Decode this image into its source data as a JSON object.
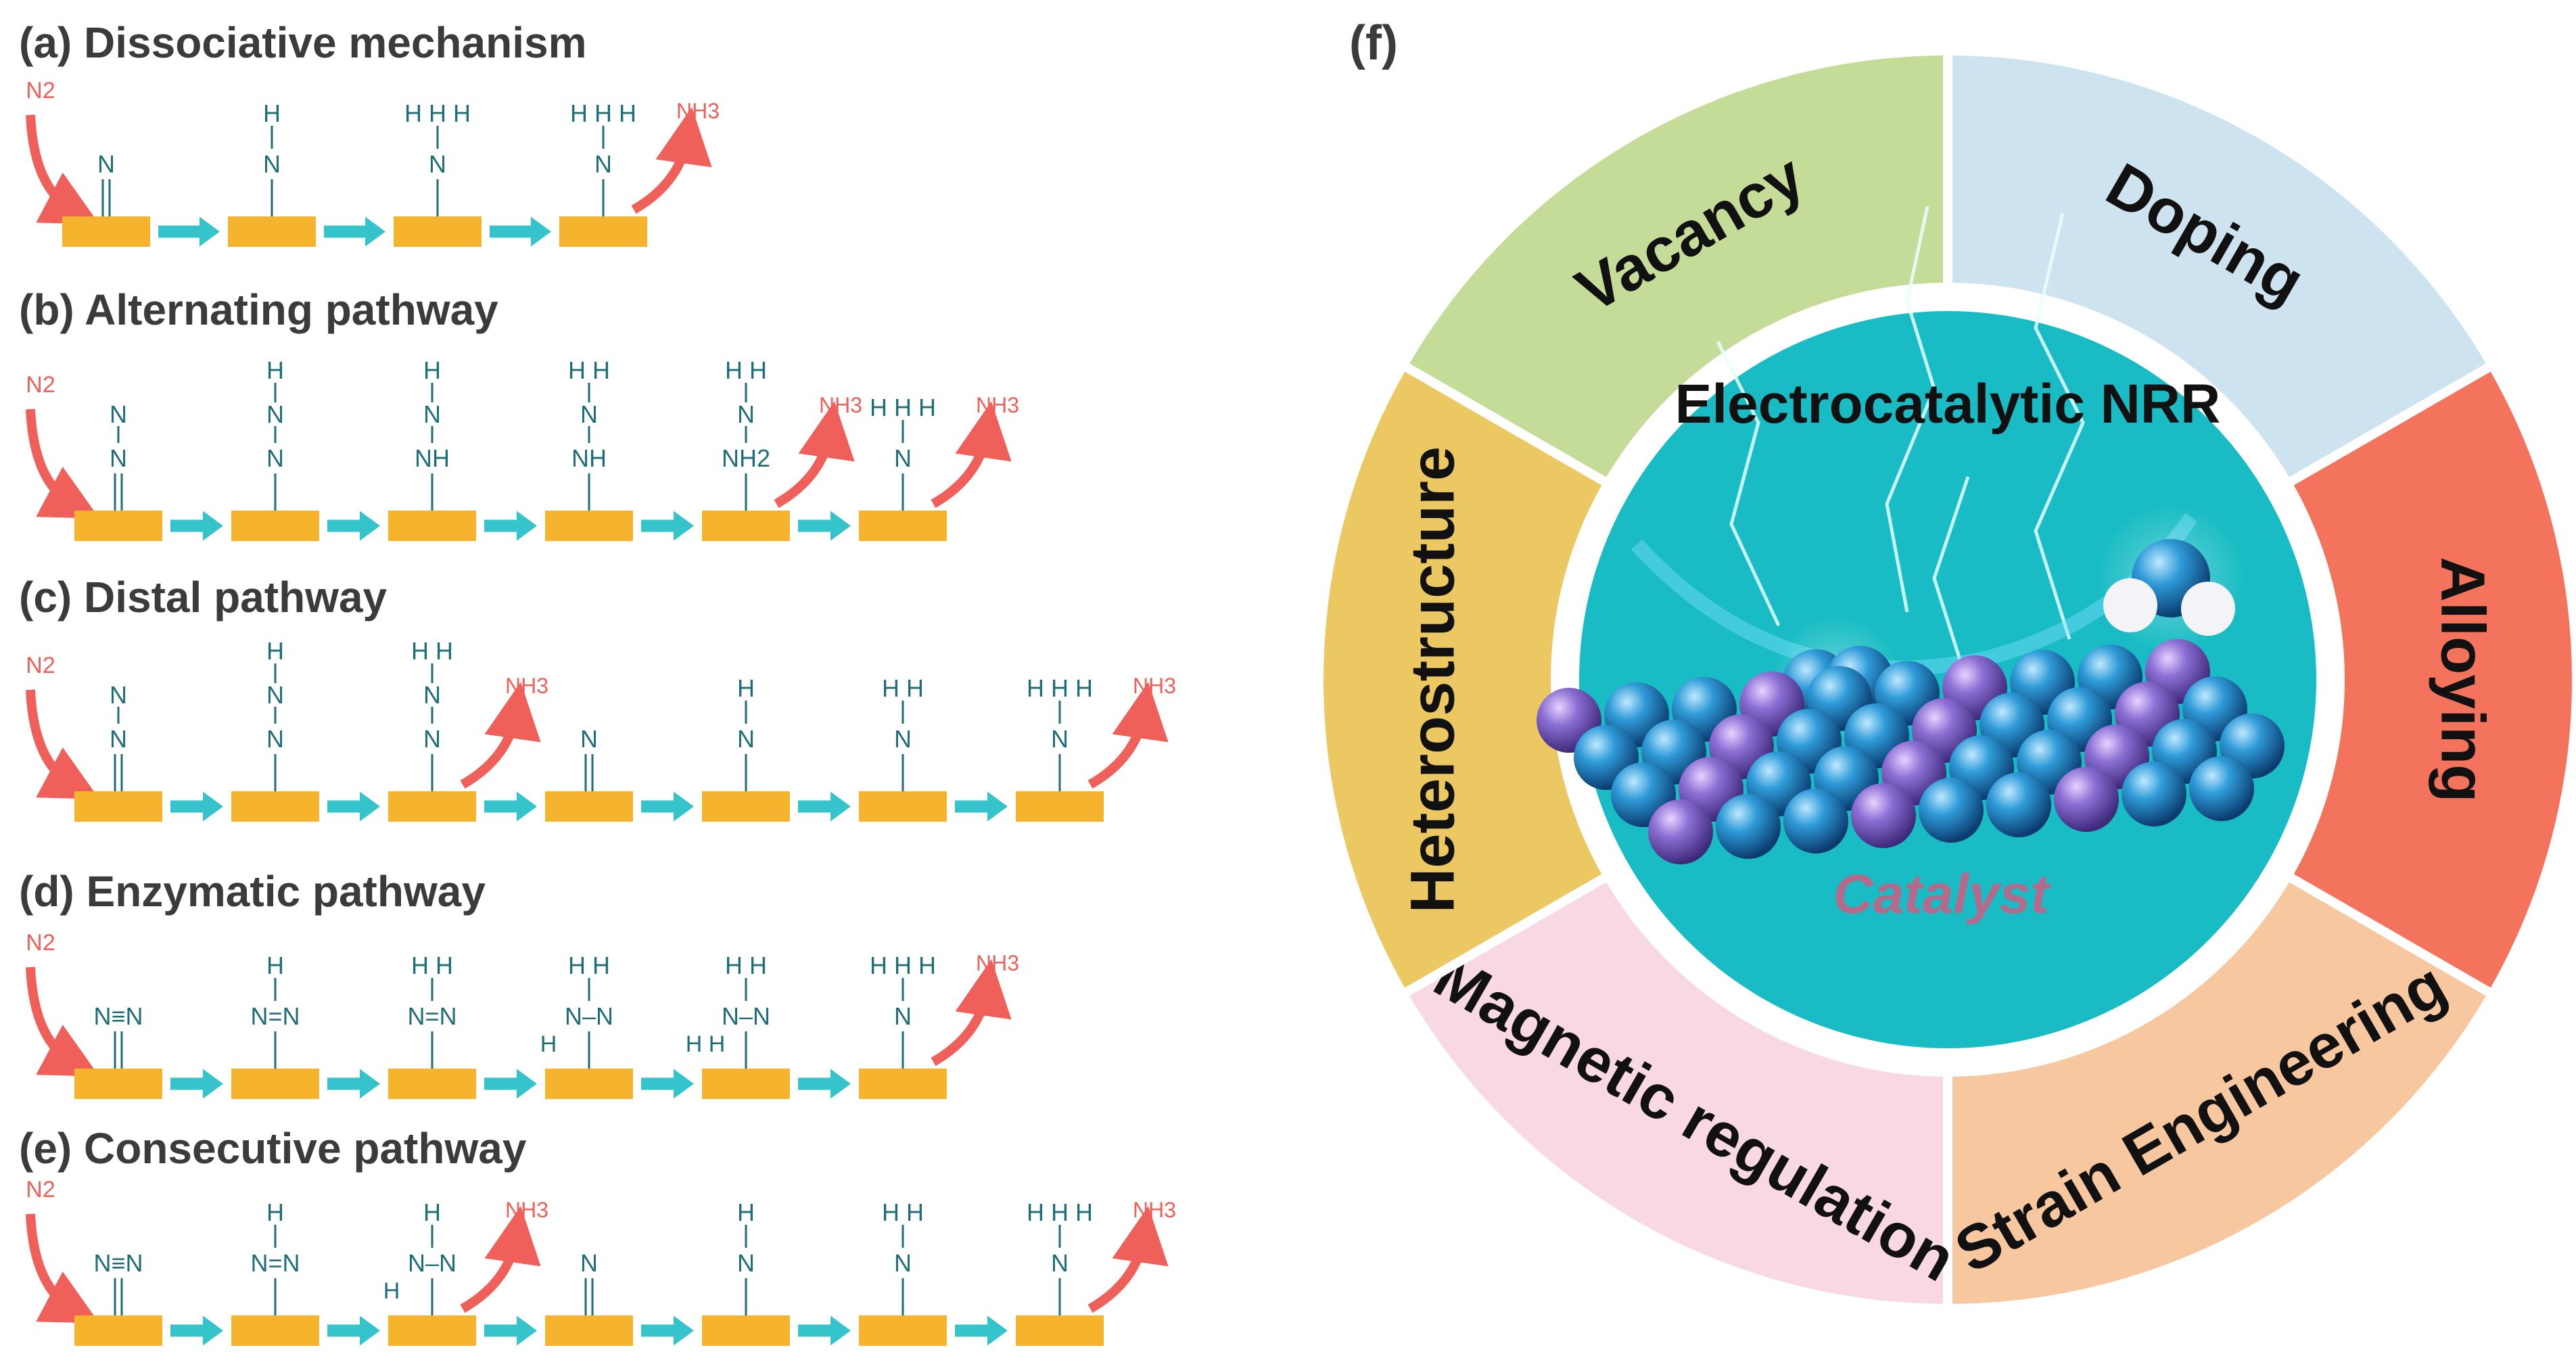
{
  "panels": [
    {
      "label": "(a) Dissociative mechanism",
      "states": [
        {
          "l1": "",
          "l2": "",
          "l3": "N",
          "triple": true
        },
        {
          "l1": "H",
          "l2": "",
          "l3": "N",
          "triple": false
        },
        {
          "l1": "H H H",
          "l2": "",
          "l3": "N",
          "triple": false
        },
        {
          "l1": "H H H",
          "l2": "",
          "l3": "N",
          "triple": false,
          "nh3": true
        }
      ]
    },
    {
      "label": "(b) Alternating pathway",
      "states": [
        {
          "l1": "",
          "l2": "N",
          "l3": "N",
          "triple": true
        },
        {
          "l1": "H",
          "l2": "N",
          "l3": "N",
          "triple": false
        },
        {
          "l1": "H",
          "l2": "N",
          "l3": "NH",
          "triple": false
        },
        {
          "l1": "H H",
          "l2": "N",
          "l3": "NH",
          "triple": false
        },
        {
          "l1": "H H",
          "l2": "N",
          "l3": "NH2",
          "triple": false,
          "nh3": true
        },
        {
          "l1": "H H H",
          "l2": "",
          "l3": "N",
          "triple": false,
          "nh3": true
        }
      ]
    },
    {
      "label": "(c) Distal pathway",
      "states": [
        {
          "l1": "",
          "l2": "N",
          "l3": "N",
          "triple": true
        },
        {
          "l1": "H",
          "l2": "N",
          "l3": "N",
          "triple": false
        },
        {
          "l1": "H H",
          "l2": "N",
          "l3": "N",
          "triple": false,
          "nh3": true
        },
        {
          "l1": "",
          "l2": "",
          "l3": "N",
          "triple": true
        },
        {
          "l1": "H",
          "l2": "",
          "l3": "N",
          "triple": false
        },
        {
          "l1": "H H",
          "l2": "",
          "l3": "N",
          "triple": false
        },
        {
          "l1": "H H H",
          "l2": "",
          "l3": "N",
          "triple": false,
          "nh3": true
        }
      ]
    },
    {
      "label": "(d) Enzymatic pathway",
      "states": [
        {
          "l1": "",
          "l2": "",
          "l3": "N≡N",
          "triple": true
        },
        {
          "l1": "H",
          "l2": "",
          "l3": "N=N",
          "triple": false
        },
        {
          "l1": "H H",
          "l2": "",
          "l3": "N=N",
          "triple": false
        },
        {
          "l1": "H H",
          "l2": "",
          "l3": "N–N",
          "triple": false,
          "side": "H"
        },
        {
          "l1": "H H",
          "l2": "",
          "l3": "N–N",
          "triple": false,
          "side": "H H"
        },
        {
          "l1": "H H H",
          "l2": "",
          "l3": "N",
          "triple": false,
          "nh3": true
        }
      ]
    },
    {
      "label": "(e) Consecutive pathway",
      "states": [
        {
          "l1": "",
          "l2": "",
          "l3": "N≡N",
          "triple": true
        },
        {
          "l1": "H",
          "l2": "",
          "l3": "N=N",
          "triple": false
        },
        {
          "l1": "H",
          "l2": "",
          "l3": "N–N",
          "triple": false,
          "side": "H",
          "nh3": true
        },
        {
          "l1": "",
          "l2": "",
          "l3": "N",
          "triple": true
        },
        {
          "l1": "H",
          "l2": "",
          "l3": "N",
          "triple": false
        },
        {
          "l1": "H H",
          "l2": "",
          "l3": "N",
          "triple": false
        },
        {
          "l1": "H H H",
          "l2": "",
          "l3": "N",
          "triple": false,
          "nh3": true
        }
      ]
    }
  ],
  "n2_label": "N2",
  "nh3_label": "NH3",
  "f_panel": {
    "label": "(f)",
    "center_title": "Electrocatalytic NRR",
    "catalyst": "Catalyst",
    "segments": [
      {
        "name": "Vacancy",
        "color": "#c5dc98"
      },
      {
        "name": "Doping",
        "color": "#cde3ef"
      },
      {
        "name": "Alloying",
        "color": "#f4735c"
      },
      {
        "name": "Strain Engineering",
        "color": "#f7c7a0"
      },
      {
        "name": "Magnetic regulation",
        "color": "#f8d8e3"
      },
      {
        "name": "Heterostructure",
        "color": "#ecc862"
      }
    ],
    "center_color": "#19bcc4"
  }
}
